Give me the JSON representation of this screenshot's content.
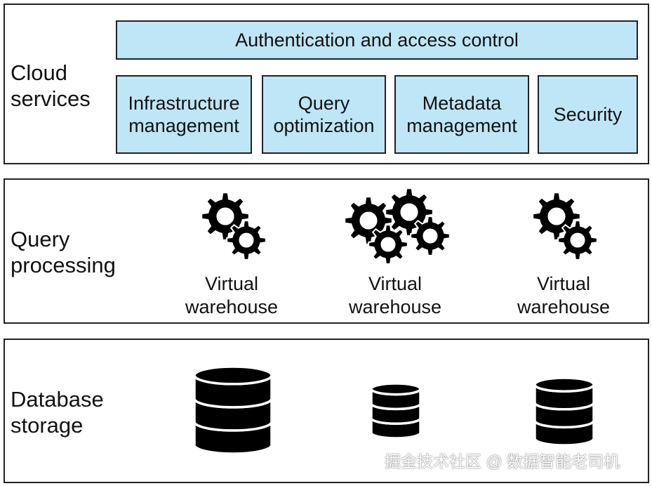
{
  "cloud_services": {
    "label": "Cloud\nservices",
    "auth": "Authentication and access control",
    "boxes": [
      "Infrastructure\nmanagement",
      "Query\noptimization",
      "Metadata\nmanagement",
      "Security"
    ]
  },
  "query_processing": {
    "label": "Query\nprocessing",
    "warehouses": [
      {
        "label": "Virtual\nwarehouse",
        "icon": "gears-icon"
      },
      {
        "label": "Virtual\nwarehouse",
        "icon": "gears-icon"
      },
      {
        "label": "Virtual\nwarehouse",
        "icon": "gears-icon"
      }
    ]
  },
  "database_storage": {
    "label": "Database\nstorage",
    "icons": [
      "database-icon",
      "database-icon",
      "database-icon"
    ]
  },
  "watermark": "掘金技术社区 @ 数据智能老司机",
  "colors": {
    "service_box": "#bfe6f7",
    "border": "#222222",
    "icon": "#000000"
  }
}
